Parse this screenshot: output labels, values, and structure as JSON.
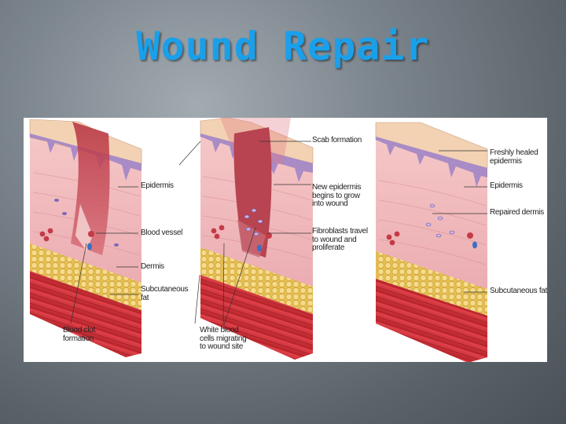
{
  "slide": {
    "title": "Wound Repair"
  },
  "diagram": {
    "labels": {
      "epidermis_1": "Epidermis",
      "blood_vessel": "Blood vessel",
      "dermis": "Dermis",
      "subcutaneous_fat_1": "Subcutaneous\nfat",
      "blood_clot": "Blood clot\nformation",
      "scab_formation": "Scab formation",
      "new_epidermis": "New epidermis\nbegins to grow\ninto wound",
      "fibroblasts": "Fibroblasts travel\nto wound and\nproliferate",
      "white_blood_cells": "White blood\ncells migrating\nto wound site",
      "freshly_healed": "Freshly healed\nepidermis",
      "epidermis_3": "Epidermis",
      "repaired_dermis": "Repaired dermis",
      "subcutaneous_fat_3": "Subcutaneous fat"
    },
    "colors": {
      "title": "#1aa0ea",
      "dermis": "#f0b8bc",
      "epidermis": "#a98bc6",
      "skin_surface": "#f3d2b3",
      "fat": "#f0d27a",
      "muscle": "#d2333b",
      "wound": "#c8424e"
    }
  }
}
